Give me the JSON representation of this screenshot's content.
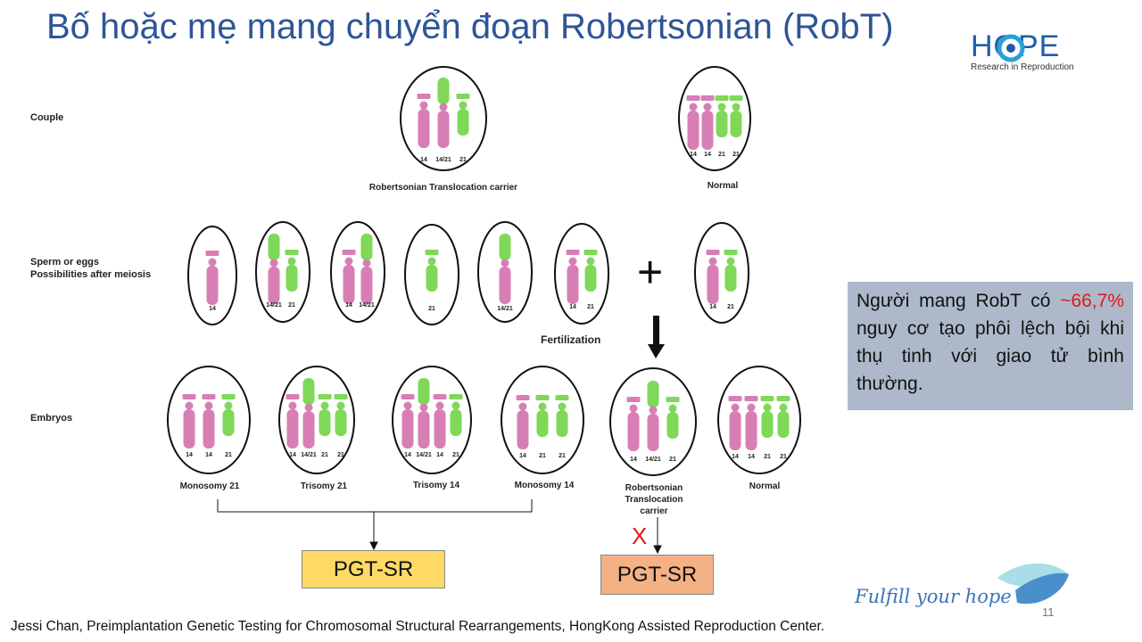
{
  "title": "Bố hoặc mẹ mang chuyển đoạn Robertsonian (RobT)",
  "logo": {
    "word": "HOPE",
    "sub": "Research in Reproduction"
  },
  "rows": {
    "couple": "Couple",
    "sperm": "Sperm or eggs",
    "sperm_sub": "Possibilities after meiosis",
    "embryos": "Embryos"
  },
  "fertilization": "Fertilization",
  "plus": "+",
  "colors": {
    "pink": "#d77fb5",
    "green": "#7fd858",
    "title": "#2e5597",
    "note_bg": "#adb9ca"
  },
  "chromosome_labels": {
    "c14": "14",
    "c1421": "14/21",
    "c21": "21"
  },
  "couple": [
    {
      "caption": "Robertsonian Translocation carrier",
      "chromosomes": [
        "14",
        "14/21",
        "21"
      ]
    },
    {
      "caption": "Normal",
      "chromosomes": [
        "14",
        "14",
        "21",
        "21"
      ]
    }
  ],
  "gametes": [
    [
      "14"
    ],
    [
      "14/21",
      "21"
    ],
    [
      "14",
      "14/21"
    ],
    [
      "21"
    ],
    [
      "14/21"
    ],
    [
      "14",
      "21"
    ],
    [
      "14",
      "21"
    ]
  ],
  "embryos": [
    {
      "caption": "Monosomy 21",
      "chromosomes": [
        "14",
        "14",
        "21"
      ]
    },
    {
      "caption": "Trisomy 21",
      "chromosomes": [
        "14",
        "14/21",
        "21",
        "21"
      ]
    },
    {
      "caption": "Trisomy 14",
      "chromosomes": [
        "14",
        "14/21",
        "14",
        "21"
      ]
    },
    {
      "caption": "Monosomy 14",
      "chromosomes": [
        "14",
        "21",
        "21"
      ]
    },
    {
      "caption_lines": [
        "Robertsonian",
        "Translocation",
        "carrier"
      ],
      "chromosomes": [
        "14",
        "14/21",
        "21"
      ]
    },
    {
      "caption": "Normal",
      "chromosomes": [
        "14",
        "14",
        "21",
        "21"
      ]
    }
  ],
  "note": {
    "line1": "Người mang RobT có",
    "highlight": "~66,7%",
    "rest": " nguy cơ tạo phôi lệch bội khi thụ tinh với giao tử bình thường."
  },
  "pgt_left": "PGT-SR",
  "pgt_right": "PGT-SR",
  "x_mark": "X",
  "slogan": "Fulfill your hope",
  "page_number": "11",
  "citation": "Jessi Chan, Preimplantation Genetic Testing for Chromosomal Structural Rearrangements, HongKong Assisted Reproduction Center."
}
